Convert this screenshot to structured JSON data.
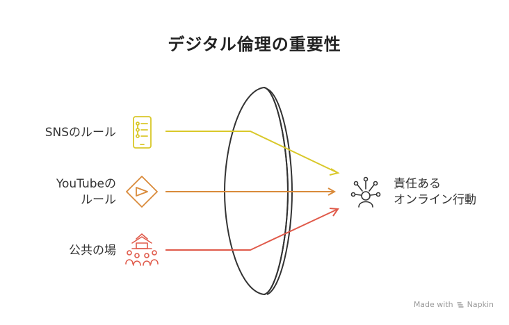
{
  "title": "デジタル倫理の重要性",
  "inputs": [
    {
      "label_lines": [
        "SNSのルール"
      ],
      "icon": "smartphone-checklist-icon",
      "color": "#d9c82a"
    },
    {
      "label_lines": [
        "YouTubeの",
        "ルール"
      ],
      "icon": "play-button-icon",
      "color": "#d98a3a"
    },
    {
      "label_lines": [
        "公共の場"
      ],
      "icon": "community-building-icon",
      "color": "#e05a4a"
    }
  ],
  "output": {
    "label_lines": [
      "責任ある",
      "オンライン行動"
    ],
    "icon": "network-user-icon",
    "color": "#333333"
  },
  "lens_icon": "lens",
  "watermark": {
    "text": "Made with",
    "brand": "Napkin"
  }
}
